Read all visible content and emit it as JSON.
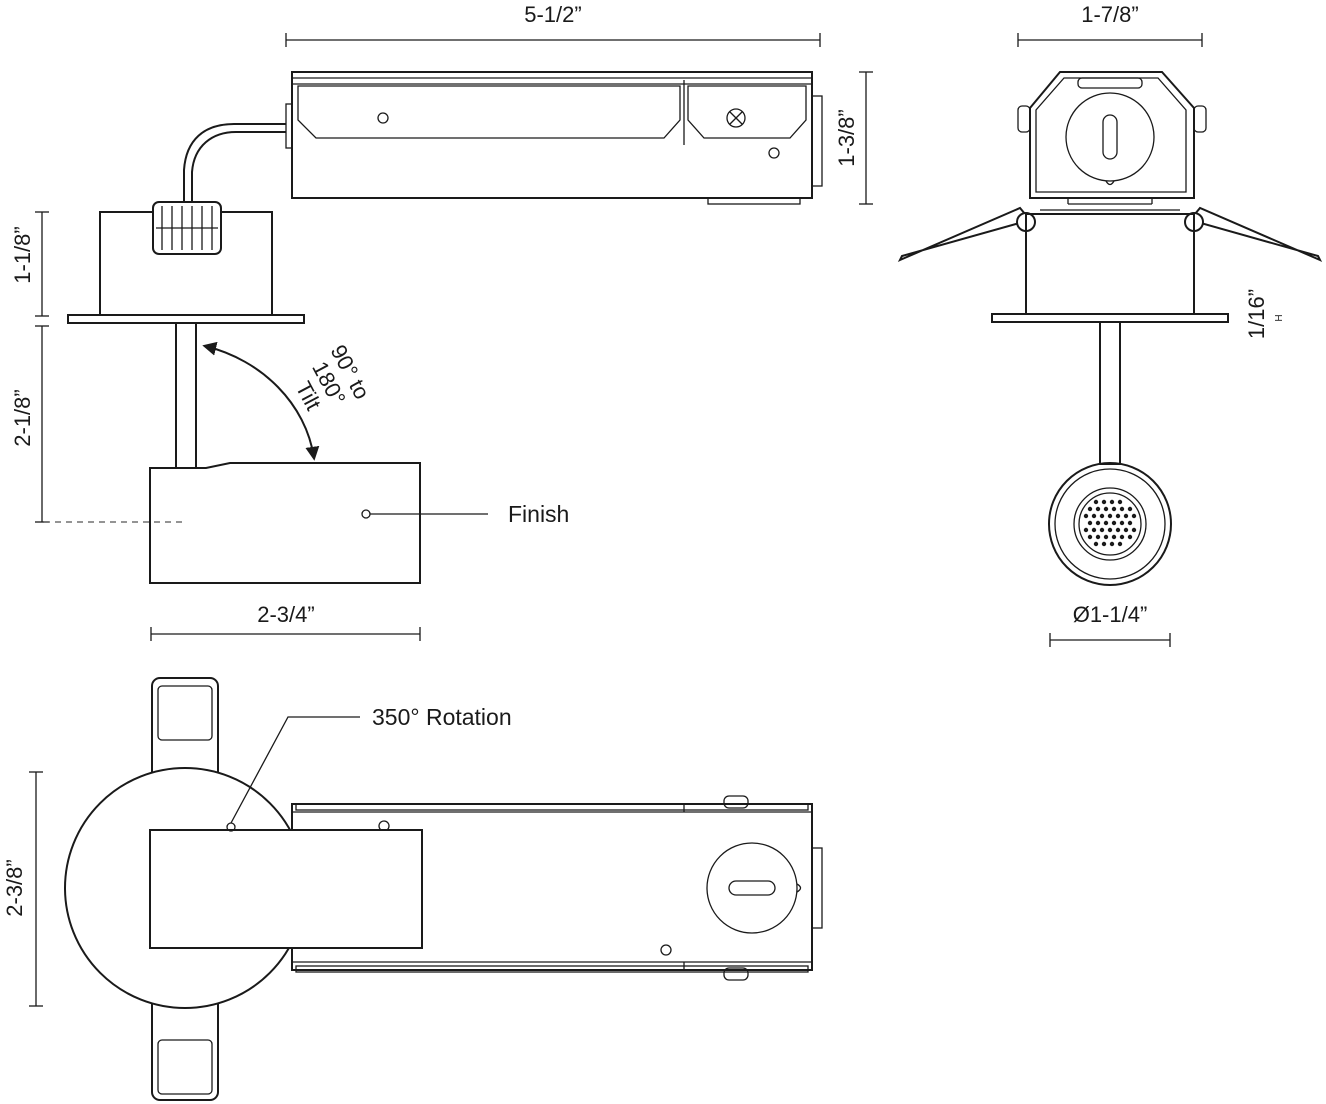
{
  "dimensions": {
    "housing_length": "5-1/2”",
    "housing_height": "1-3/8”",
    "box_width": "1-7/8”",
    "can_height": "1-1/8”",
    "stem_height": "2-1/8”",
    "head_width": "2-3/4”",
    "flange_thickness": "1/16”",
    "flange_thickness_suffix": "H",
    "aperture_diameter": "Ø1-1/4”",
    "overall_width": "2-3/8”"
  },
  "annotations": {
    "tilt_line1": "90° to",
    "tilt_line2": "180°",
    "tilt_line3": "Tilt",
    "finish": "Finish",
    "rotation": "350° Rotation"
  },
  "colors": {
    "line": "#1a1a1a",
    "background": "#ffffff"
  }
}
